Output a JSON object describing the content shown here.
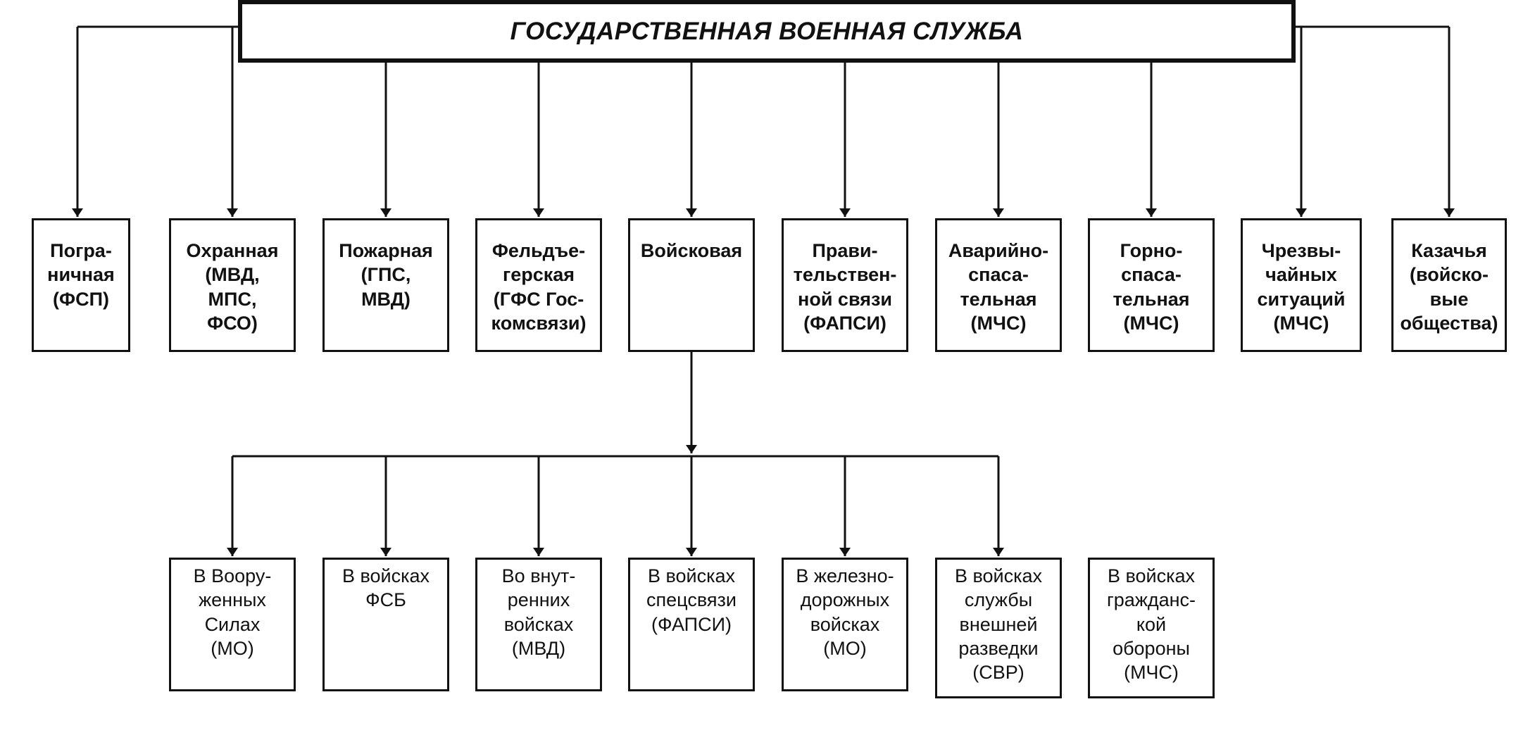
{
  "title": "ГОСУДАРСТВЕННАЯ ВОЕННАЯ СЛУЖБА",
  "services": [
    {
      "lines": [
        "Погра-",
        "ничная",
        "(ФСП)"
      ]
    },
    {
      "lines": [
        "Охранная",
        "(МВД,",
        "МПС,",
        "ФСО)"
      ]
    },
    {
      "lines": [
        "Пожарная",
        "(ГПС,",
        "МВД)"
      ]
    },
    {
      "lines": [
        "Фельдъе-",
        "герская",
        "(ГФС Гос-",
        "комсвязи)"
      ]
    },
    {
      "lines": [
        "Войсковая"
      ]
    },
    {
      "lines": [
        "Прави-",
        "тельствен-",
        "ной связи",
        "(ФАПСИ)"
      ]
    },
    {
      "lines": [
        "Аварийно-",
        "спаса-",
        "тельная",
        "(МЧС)"
      ]
    },
    {
      "lines": [
        "Горно-",
        "спаса-",
        "тельная",
        "(МЧС)"
      ]
    },
    {
      "lines": [
        "Чрезвы-",
        "чайных",
        "ситуаций",
        "(МЧС)"
      ]
    },
    {
      "lines": [
        "Казачья",
        "(войско-",
        "вые",
        "общества)"
      ]
    }
  ],
  "troops": [
    {
      "lines": [
        "В Воору-",
        "женных",
        "Силах",
        "(МО)"
      ]
    },
    {
      "lines": [
        "В войсках",
        "ФСБ"
      ]
    },
    {
      "lines": [
        "Во внут-",
        "ренних",
        "войсках",
        "(МВД)"
      ]
    },
    {
      "lines": [
        "В войсках",
        "спецсвязи",
        "(ФАПСИ)"
      ]
    },
    {
      "lines": [
        "В железно-",
        "дорожных",
        "войсках",
        "(МО)"
      ]
    },
    {
      "lines": [
        "В войсках",
        "службы",
        "внешней",
        "разведки",
        "(СВР)"
      ]
    },
    {
      "lines": [
        "В войсках",
        "гражданс-",
        "кой",
        "обороны",
        "(МЧС)"
      ]
    }
  ]
}
